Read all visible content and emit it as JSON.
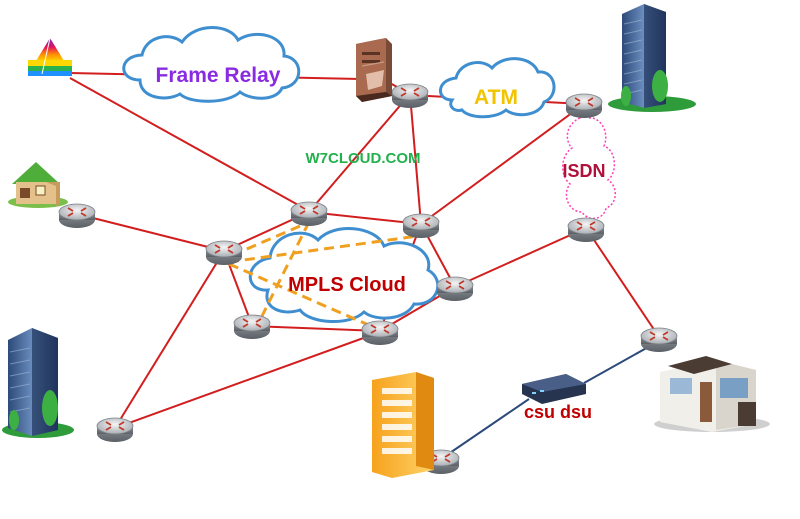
{
  "labels": {
    "frame_relay": "Frame Relay",
    "atm": "ATM",
    "watermark": "W7CLOUD.COM",
    "isdn": "ISDN",
    "mpls": "MPLS Cloud",
    "csu_dsu": "csu dsu"
  },
  "colors": {
    "link": "#d21e1e",
    "mpls_dashes": "#f0a020",
    "frame_relay_text": "#8a2be2",
    "atm_text": "#f2c400",
    "watermark_text": "#22b14c",
    "isdn_text": "#b0103a",
    "mpls_text": "#c00000",
    "csu_dsu_text": "#c00000",
    "cloud_blue": "#3f8fd0",
    "isdn_cloud": "#ff3fb5"
  },
  "icons": [
    "pyramid-stack-icon",
    "server-cabinet-icon",
    "office-tower-icon",
    "small-house-icon",
    "office-tower-icon",
    "server-rack-icon",
    "csu-dsu-device-icon",
    "modern-house-icon",
    "router-icon"
  ]
}
